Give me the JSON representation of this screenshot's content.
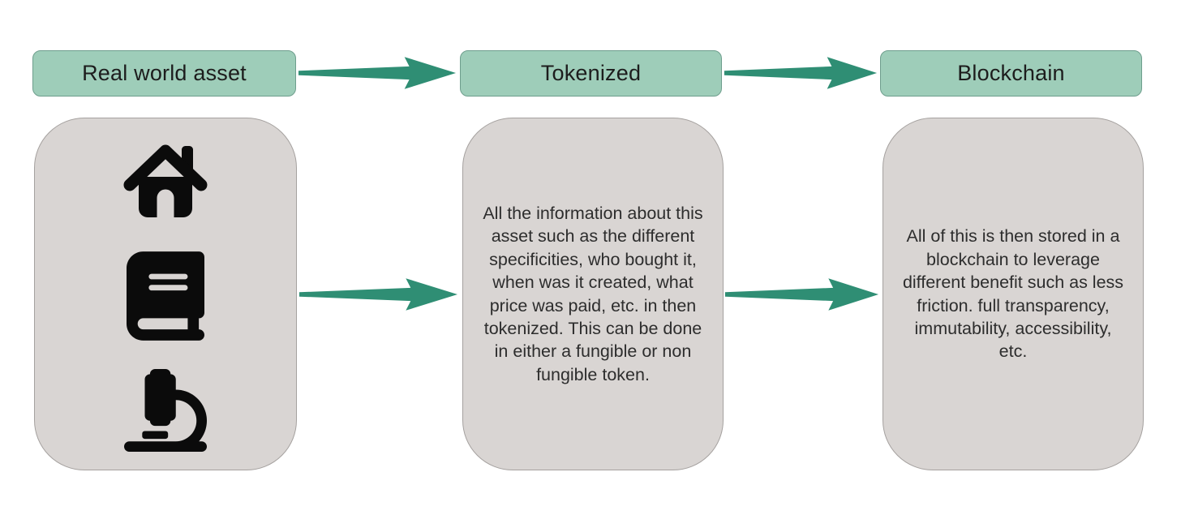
{
  "diagram": {
    "headers": [
      {
        "label": "Real world asset"
      },
      {
        "label": "Tokenized"
      },
      {
        "label": "Blockchain"
      }
    ],
    "arrows": [
      "real-world-asset-to-tokenized",
      "tokenized-to-blockchain",
      "asset-card-to-tokenized-card",
      "tokenized-card-to-blockchain-card"
    ],
    "cards": {
      "asset_icons": [
        "house-icon",
        "book-icon",
        "microscope-icon"
      ],
      "tokenized_text": "All the information about this\nasset such as the different\nspecificities, who bought it,\nwhen was it created, what\nprice was paid, etc. in then\ntokenized. This can be done\nin either a fungible or non\nfungible token.",
      "blockchain_text": "All of this is then stored in a\nblockchain to leverage\ndifferent benefit such as less\nfriction. full transparency,\nimmutability, accessibility,\netc."
    },
    "colors": {
      "header_fill": "#9ecdb9",
      "header_border": "#6e9e8d",
      "arrow": "#2f8e74",
      "card_fill": "#d9d5d3",
      "card_border": "#a5a19f",
      "icon": "#0b0b0b",
      "text": "#2d2d2d",
      "bg": "#ffffff"
    }
  }
}
